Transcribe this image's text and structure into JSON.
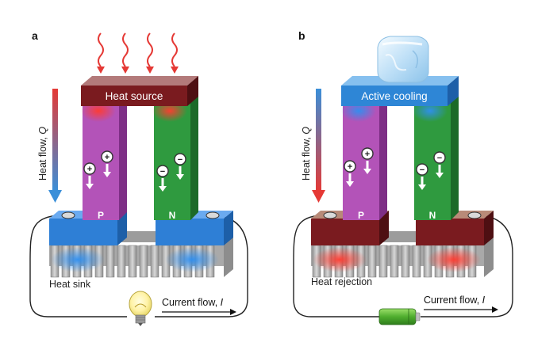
{
  "panels": [
    {
      "letter": "a",
      "top_plate_label": "Heat source",
      "heat_flow_prefix": "Heat flow, ",
      "heat_flow_var": "Q",
      "p_leg": "P",
      "n_leg": "N",
      "bottom_label": "Heat sink",
      "current_prefix": "Current flow, ",
      "current_var": "I",
      "colors": {
        "top_plate": "#7a1b1f",
        "bottom_plate": "#2e7fd6",
        "arrow_top": "#e53935",
        "arrow_bottom": "#3a8fd9"
      },
      "elements": {
        "top_device": "wavy-heat-arrows",
        "circuit_device": "light-bulb"
      }
    },
    {
      "letter": "b",
      "top_plate_label": "Active cooling",
      "heat_flow_prefix": "Heat flow, ",
      "heat_flow_var": "Q",
      "p_leg": "P",
      "n_leg": "N",
      "bottom_label": "Heat rejection",
      "current_prefix": "Current flow, ",
      "current_var": "I",
      "colors": {
        "top_plate": "#2e86d6",
        "bottom_plate": "#7a1b1f",
        "arrow_top": "#3a8fd9",
        "arrow_bottom": "#e53935"
      },
      "elements": {
        "top_device": "ice-cube",
        "circuit_device": "battery"
      }
    }
  ],
  "carriers": {
    "hole_symbol": "+",
    "electron_symbol": "−"
  },
  "palette": {
    "p_leg": "#b353b8",
    "n_leg": "#2f9a3f",
    "heatsink": "#b9b9b9"
  }
}
